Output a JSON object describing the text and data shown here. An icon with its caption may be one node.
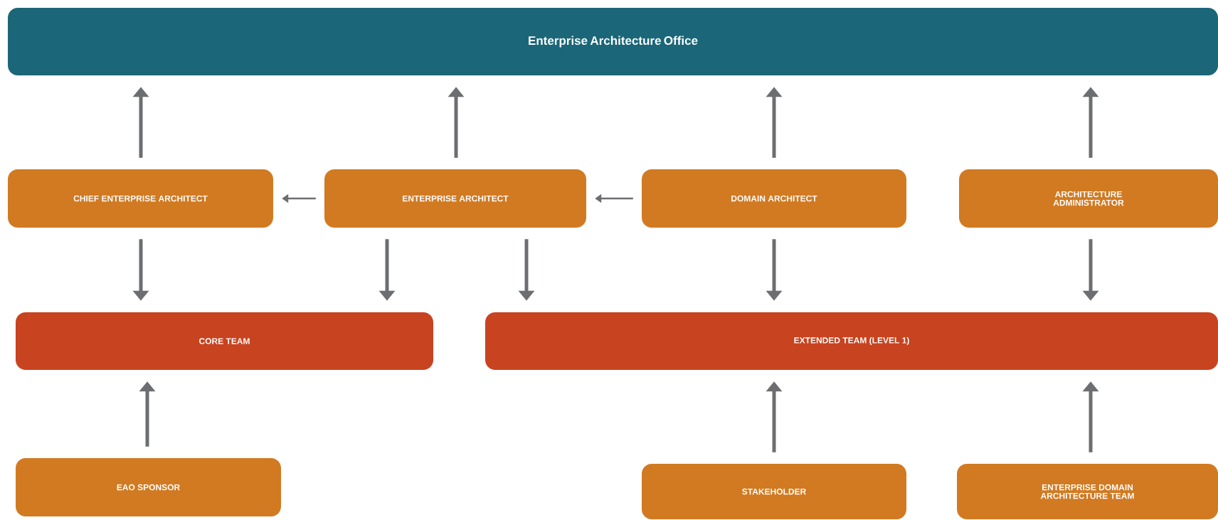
{
  "diagram": {
    "nodes": [
      {
        "text": [
          "Enterprise Architecture Office"
        ]
      },
      {
        "text": [
          "CHIEF ENTERPRISE ARCHITECT"
        ]
      },
      {
        "text": [
          "ENTERPRISE ARCHITECT"
        ]
      },
      {
        "text": [
          "DOMAIN ARCHITECT"
        ]
      },
      {
        "text": [
          "ARCHITECTURE ADMINISTRATOR"
        ]
      },
      {
        "text": [
          "CORE TEAM"
        ]
      },
      {
        "text": [
          "EXTENDED TEAM (LEVEL 1)"
        ]
      },
      {
        "text": [
          "EAO SPONSOR"
        ]
      },
      {
        "text": [
          "STAKEHOLDER"
        ]
      },
      {
        "text": [
          "ENTERPRISE DOMAIN ARCHITECTURE TEAM"
        ]
      }
    ],
    "edges": [
      {
        "from": 1,
        "to": 0,
        "arrow": "to"
      },
      {
        "from": 2,
        "to": 0,
        "arrow": "to"
      },
      {
        "from": 3,
        "to": 0,
        "arrow": "to"
      },
      {
        "from": 4,
        "to": 0,
        "arrow": "to"
      },
      {
        "from": 2,
        "to": 1,
        "arrow": "to"
      },
      {
        "from": 3,
        "to": 2,
        "arrow": "to"
      },
      {
        "from": 1,
        "to": 5,
        "arrow": "to"
      },
      {
        "from": 2,
        "to": 5,
        "arrow": "to"
      },
      {
        "from": 2,
        "to": 6,
        "arrow": "to"
      },
      {
        "from": 3,
        "to": 6,
        "arrow": "to"
      },
      {
        "from": 4,
        "to": 6,
        "arrow": "to"
      },
      {
        "from": 7,
        "to": 5,
        "arrow": "to"
      },
      {
        "from": 8,
        "to": 6,
        "arrow": "to"
      },
      {
        "from": 9,
        "to": 6,
        "arrow": "to"
      }
    ]
  }
}
